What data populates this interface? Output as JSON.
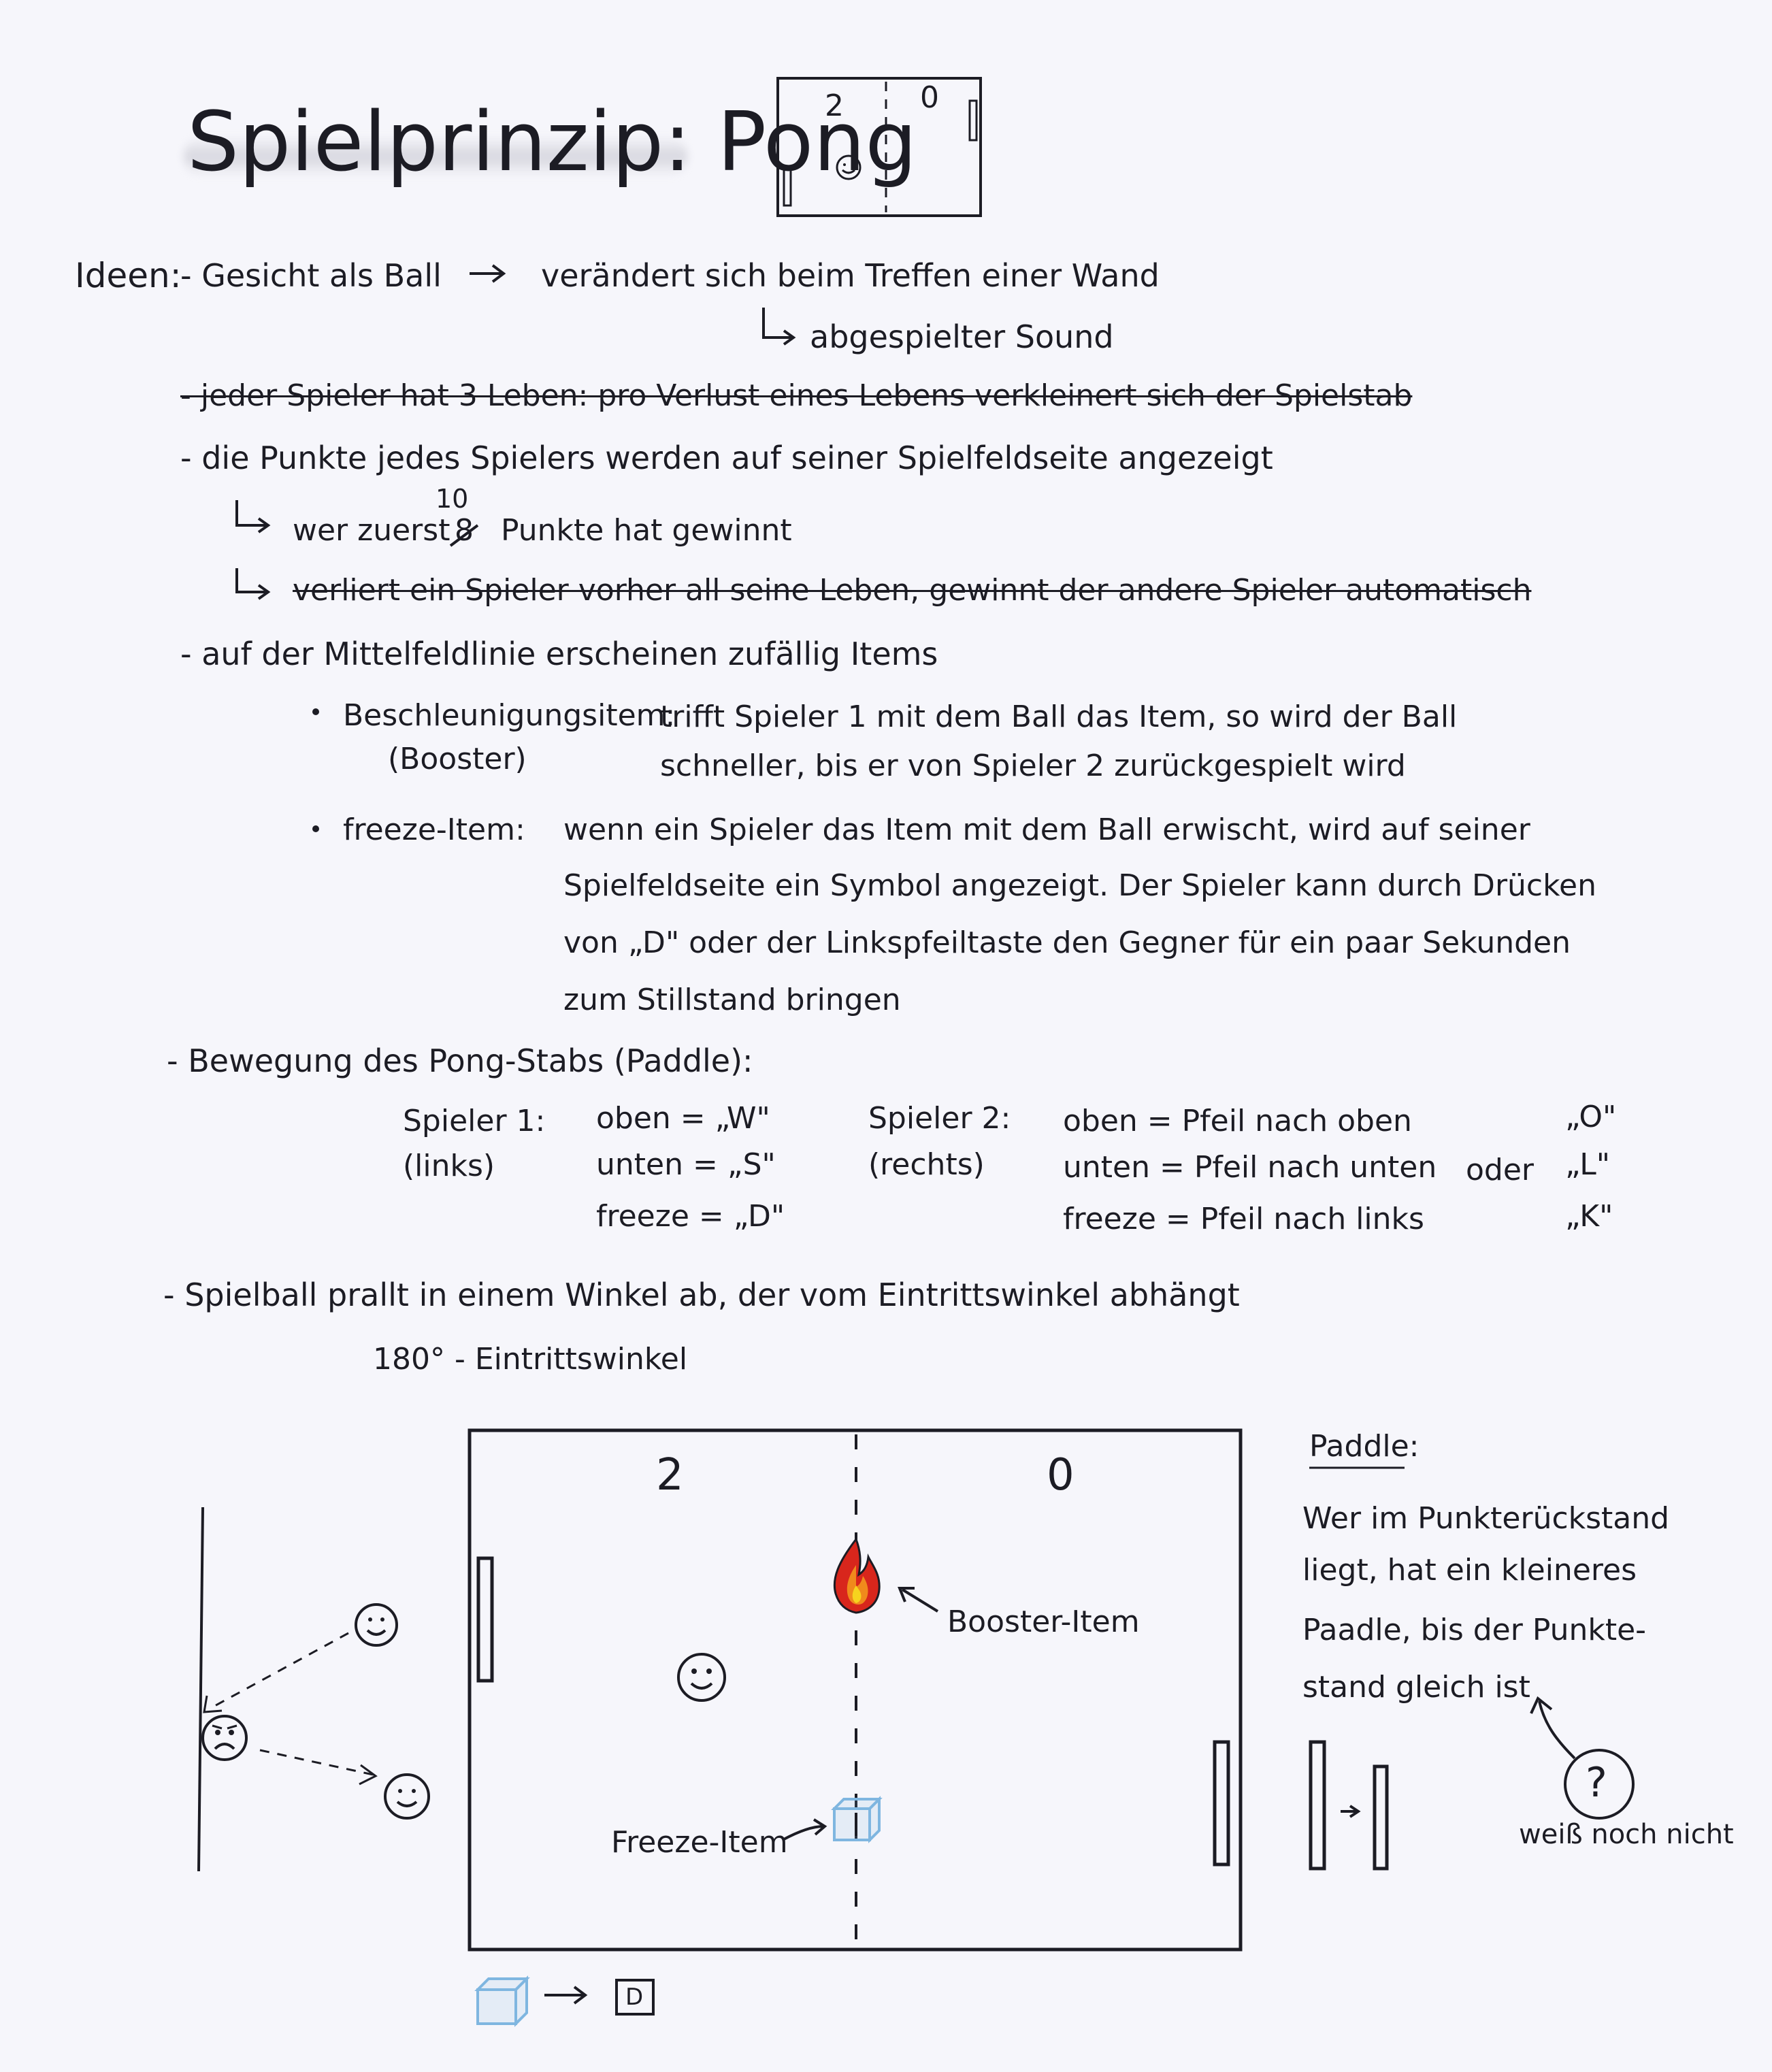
{
  "title": "Spielprinzip: Pong",
  "header_sketch": {
    "score_left": "2",
    "score_right": "0"
  },
  "ideas": {
    "label": "Ideen:",
    "item1": "- Gesicht als Ball",
    "item1_result": "verändert sich beim Treffen einer Wand",
    "item1_sub": "abgespielter Sound",
    "struck1": "- jeder Spieler hat 3 Leben: pro Verlust eines Lebens verkleinert sich der Spielstab",
    "item2": "- die Punkte jedes Spielers werden auf seiner Spielfeldseite angezeigt",
    "item2_sub_a": "wer zuerst",
    "item2_sub_old_number": "8",
    "item2_sub_new_number": "10",
    "item2_sub_b": "Punkte hat gewinnt",
    "struck2": "verliert ein Spieler vorher all seine Leben, gewinnt der andere Spieler automatisch",
    "item3": "- auf der Mittelfeldlinie erscheinen zufällig Items",
    "booster_label": "Beschleunigungsitem:",
    "booster_label2": "(Booster)",
    "booster_text1": "trifft Spieler 1 mit dem Ball das Item, so wird der Ball",
    "booster_text2": "schneller, bis er von Spieler 2 zurückgespielt wird",
    "freeze_label": "freeze-Item:",
    "freeze_text1": "wenn ein Spieler das Item mit dem Ball erwischt, wird auf seiner",
    "freeze_text2": "Spielfeldseite ein Symbol angezeigt. Der Spieler kann durch Drücken",
    "freeze_text3": "von „D\" oder der Linkspfeiltaste den Gegner für ein paar Sekunden",
    "freeze_text4": "zum Stillstand bringen",
    "item4": "- Bewegung des Pong-Stabs (Paddle):",
    "item5": "- Spielball prallt in einem Winkel ab, der vom Eintrittswinkel abhängt",
    "item5_sub": "180° - Eintrittswinkel"
  },
  "controls": {
    "p1_label": "Spieler 1:",
    "p1_side": "(links)",
    "p1_up": "oben = „W\"",
    "p1_down": "unten = „S\"",
    "p1_freeze": "freeze = „D\"",
    "p2_label": "Spieler 2:",
    "p2_side": "(rechts)",
    "p2_up": "oben = Pfeil nach oben",
    "p2_down": "unten = Pfeil nach unten",
    "p2_freeze": "freeze = Pfeil nach links",
    "or": "oder",
    "alt_up": "„O\"",
    "alt_down": "„L\"",
    "alt_freeze": "„K\""
  },
  "field": {
    "score_left": "2",
    "score_right": "0",
    "booster_label": "Booster-Item",
    "freeze_label": "Freeze-Item",
    "key_label": "D"
  },
  "paddle_note": {
    "heading": "Paddle:",
    "line1": "Wer im Punkterückstand",
    "line2": "liegt, hat ein kleineres",
    "line3": "Paadle, bis der Punkte-",
    "line4": "stand gleich ist",
    "question": "?",
    "unsure": "weiß noch nicht"
  },
  "colors": {
    "ink": "#1c1c24",
    "fire_red": "#d8261c",
    "fire_orange": "#f08a1c",
    "fire_yellow": "#f6d31e",
    "ice_blue": "#7fb6e0"
  }
}
